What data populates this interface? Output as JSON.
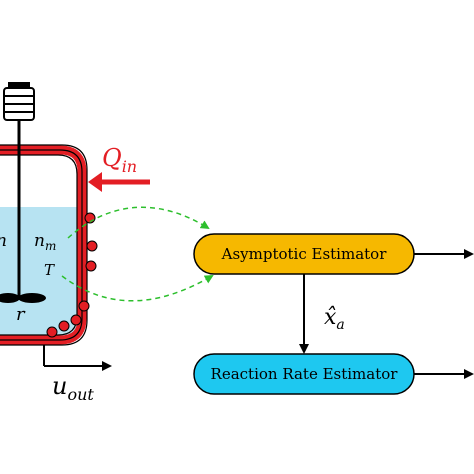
{
  "reactor": {
    "heat_input": {
      "symbol": "Q",
      "subscript": "in"
    },
    "outflow": {
      "symbol": "u",
      "subscript": "out"
    },
    "vars": {
      "left_partial": "n",
      "nm": {
        "symbol": "n",
        "subscript": "m"
      },
      "temperature": "T",
      "rate": "r"
    }
  },
  "blocks": {
    "asymptotic_estimator": "Asymptotic Estimator",
    "reaction_rate_estimator": "Reaction Rate Estimator"
  },
  "signals": {
    "xa": {
      "symbol": "x̂",
      "subscript": "a"
    }
  },
  "colors": {
    "jacket": "#e31e24",
    "liquid": "#b7e3f2",
    "asymptotic_block": "#f6b800",
    "rate_block": "#1ec8f0",
    "dashed_arrow": "#2dbf2d",
    "heat_arrow": "#e31e24"
  }
}
